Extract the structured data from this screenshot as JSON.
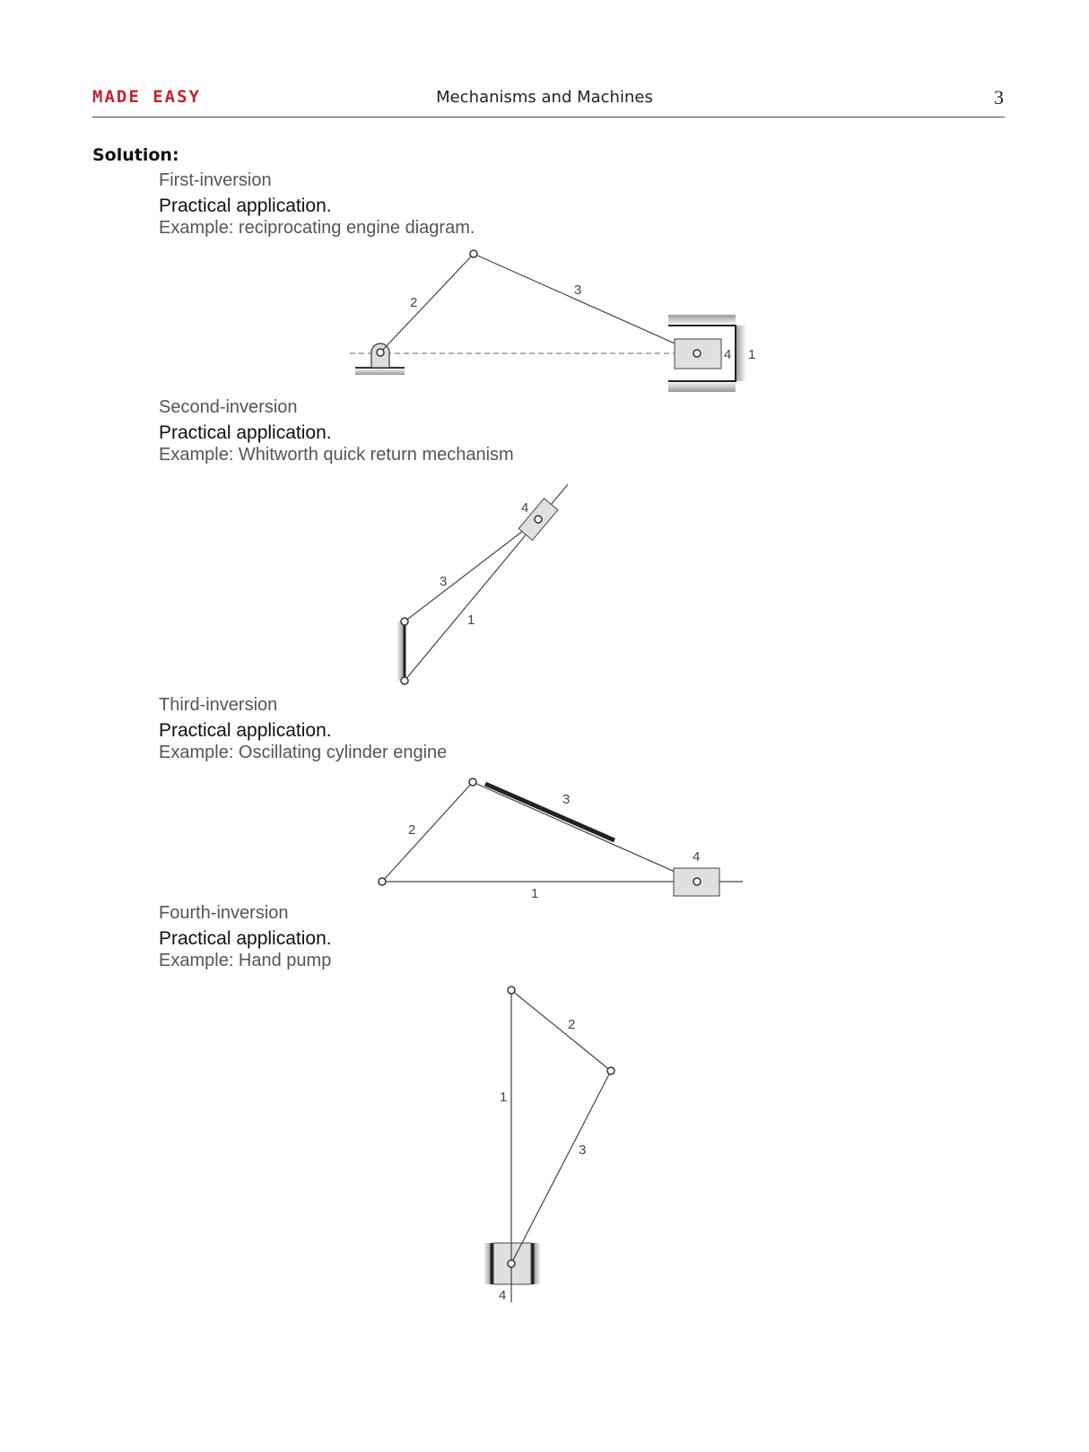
{
  "header": {
    "brand": "MADE EASY",
    "title": "Mechanisms and Machines",
    "page_number": "3"
  },
  "solution_label": "Solution:",
  "sections": [
    {
      "inversion": "First-inversion",
      "application": "Practical application.",
      "example": "Example: reciprocating engine diagram.",
      "link_labels": [
        "2",
        "3",
        "4",
        "1"
      ]
    },
    {
      "inversion": "Second-inversion",
      "application": "Practical application.",
      "example": "Example: Whitworth quick return mechanism",
      "link_labels": [
        "4",
        "3",
        "1"
      ]
    },
    {
      "inversion": "Third-inversion",
      "application": "Practical application.",
      "example": "Example: Oscillating cylinder engine",
      "link_labels": [
        "3",
        "2",
        "4",
        "1"
      ]
    },
    {
      "inversion": "Fourth-inversion",
      "application": "Practical application.",
      "example": "Example: Hand pump",
      "link_labels": [
        "2",
        "1",
        "3",
        "4"
      ]
    }
  ]
}
